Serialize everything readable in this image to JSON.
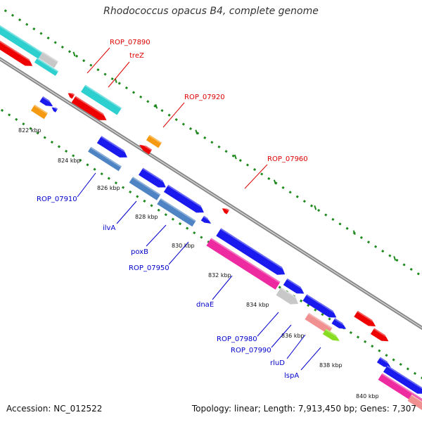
{
  "title": "Rhodococcus opacus B4, complete genome",
  "accession": "Accession: NC_012522",
  "summary": "Topology: linear; Length: 7,913,450 bp; Genes: 7,307",
  "colors": {
    "backbone": "#888888",
    "tick": "#1e8a1e",
    "cyan": "#2ecfcf",
    "red": "#ee0000",
    "blue": "#1a1aee",
    "orange": "#f59a10",
    "grey": "#c8c8c8",
    "steelblue": "#4f84c4",
    "magenta": "#ee2aa0",
    "salmon": "#f09090",
    "green": "#88dd22",
    "label_red": "#dd0000",
    "label_blue": "#0000cc"
  },
  "scale_labels": [
    "822 kbp",
    "824 kbp",
    "826 kbp",
    "828 kbp",
    "830 kbp",
    "832 kbp",
    "834 kbp",
    "836 kbp",
    "838 kbp",
    "840 kbp"
  ],
  "labels_top": [
    "ROP_07890",
    "treZ",
    "ROP_07920",
    "ROP_07960"
  ],
  "labels_bottom": [
    "ROP_07910",
    "ilvA",
    "poxB",
    "ROP_07950",
    "dnaE",
    "ROP_07980",
    "ROP_07990",
    "rluD",
    "lspA"
  ]
}
